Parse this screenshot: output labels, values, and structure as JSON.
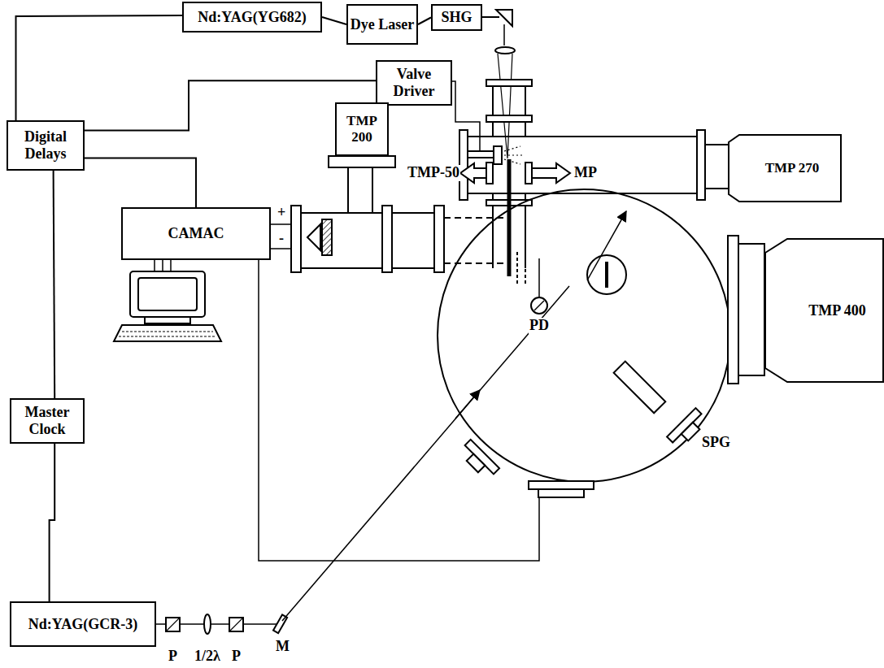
{
  "diagram": {
    "nodes": [
      {
        "text": [
          "Nd:YAG(YG682)"
        ]
      },
      {
        "text": [
          "Dye Laser"
        ]
      },
      {
        "text": [
          "SHG"
        ]
      },
      {
        "text": [
          "Valve Driver"
        ]
      },
      {
        "text": [
          "TMP 270"
        ]
      },
      {
        "text": [
          "Digital Delays"
        ]
      },
      {
        "text": [
          "TMP 200"
        ]
      },
      {
        "text": [
          "CAMAC"
        ]
      },
      {
        "text": [
          "TMP 400"
        ]
      },
      {
        "text": [
          "Master Clock"
        ]
      },
      {
        "text": [
          "Nd:YAG(GCR-3)"
        ]
      }
    ],
    "edges": [
      {
        "from": 0,
        "to": 1,
        "arrow": "none"
      },
      {
        "from": 1,
        "to": 2,
        "arrow": "none"
      },
      {
        "from": 5,
        "to": 0,
        "arrow": "none"
      },
      {
        "from": 5,
        "to": 3,
        "arrow": "none"
      },
      {
        "from": 5,
        "to": 7,
        "arrow": "none"
      },
      {
        "from": 9,
        "to": 5,
        "arrow": "none"
      },
      {
        "from": 9,
        "to": 10,
        "arrow": "none"
      }
    ],
    "labels": [
      "TMP-50",
      "MP",
      "+",
      "-",
      "PD",
      "SPG",
      "P",
      "1/2λ",
      "P",
      "M"
    ]
  }
}
